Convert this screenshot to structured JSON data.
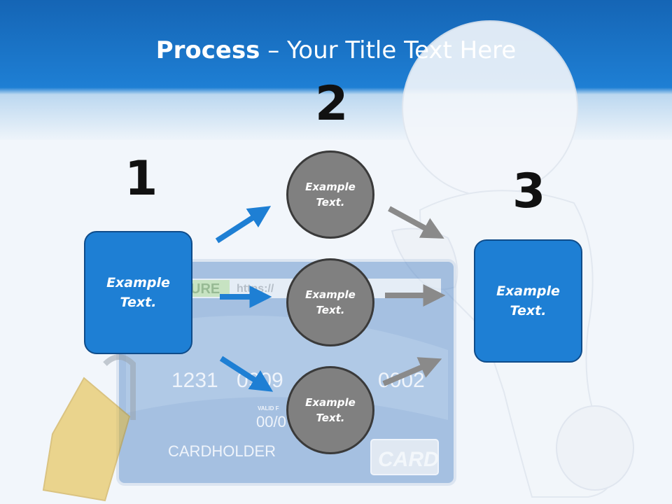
{
  "slide": {
    "title_bold": "Process",
    "title_rest": " – Your Title Text Here",
    "steps": [
      {
        "number": "1",
        "text": "Example Text."
      },
      {
        "number": "2",
        "circles": [
          {
            "text": "Example Text."
          },
          {
            "text": "Example Text."
          },
          {
            "text": "Example Text."
          }
        ]
      },
      {
        "number": "3",
        "text": "Example Text."
      }
    ],
    "background_art": {
      "card_label_secure": "URE",
      "card_url": "https://",
      "card_number_a": "1231",
      "card_number_b": "0909",
      "card_number_c": "0002",
      "card_valid_label": "VALID F",
      "card_valid_date": "00/0",
      "card_holder": "CARDHOLDER",
      "card_brand": "CARD"
    }
  },
  "colors": {
    "header_blue": "#1e7fd4",
    "box_blue": "#1e7fd4",
    "arrow_blue": "#1e7fd4",
    "arrow_gray": "#8a8a8a",
    "circle_gray": "#808080"
  },
  "icons": [
    "padlock-icon",
    "credit-card-icon",
    "figure-icon",
    "arrow-icon"
  ]
}
